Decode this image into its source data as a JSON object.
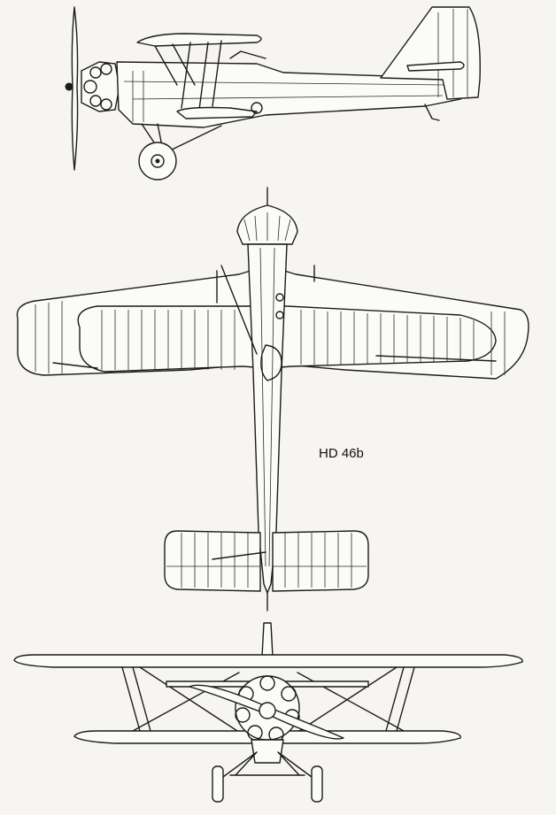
{
  "drawing": {
    "designation_label": "HD 46b",
    "views": [
      "side-view",
      "top-view",
      "front-view"
    ],
    "ink_color": "#1b1b1b",
    "paper_color": "#f6f5f1"
  }
}
